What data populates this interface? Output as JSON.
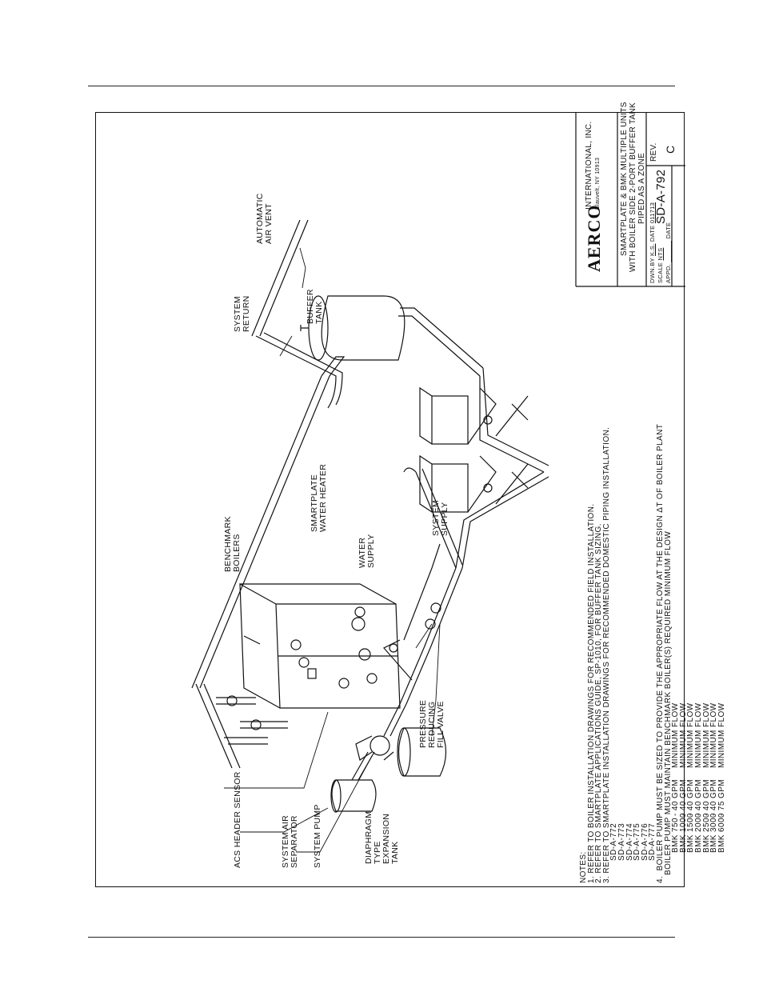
{
  "labels": {
    "acs_header_sensor": "ACS HEADER SENSOR",
    "system_air_separator_1": "SYSTEM AIR",
    "system_air_separator_2": "SEPARATOR",
    "system_pump": "SYSTEM PUMP",
    "diaphragm_1": "DIAPHRAGM",
    "diaphragm_2": "TYPE",
    "diaphragm_3": "EXPANSION",
    "diaphragm_4": "TANK",
    "prv_1": "PRESSURE",
    "prv_2": "REDUCING",
    "prv_3": "FILL VALVE",
    "benchmark_1": "BENCHMARK",
    "benchmark_2": "BOILERS",
    "water_supply_1": "WATER",
    "water_supply_2": "SUPPLY",
    "system_supply_1": "SYSTEM",
    "system_supply_2": "SUPPLY",
    "smartplate_1": "SMARTPLATE",
    "smartplate_2": "WATER HEATER",
    "system_return_1": "SYSTEM",
    "system_return_2": "RETURN",
    "buffer_tank_1": "BUFFER",
    "buffer_tank_2": "TANK",
    "air_vent_1": "AUTOMATIC",
    "air_vent_2": "AIR VENT"
  },
  "notes": {
    "heading": "NOTES:",
    "n1": "1. REFER TO BOILER INSTALLATION DRAWINGS FOR RECOMMENDED FIELD INSTALLATION.",
    "n2": "2. REFER TO SMARTPLATE APPLICATIONS GUIDE, SP-1010, FOR BUFFER TANK SIZING.",
    "n3": "3. REFER TO SMARTPLATE INSTALLATION DRAWINGS FOR RECOMMENDED DOMESTIC PIPING INSTALLATION.",
    "drawings": [
      "SD-A-772",
      "SD-A-773",
      "SD-A-774",
      "SD-A-775",
      "SD-A-776",
      "SD-A-777"
    ],
    "n4a": "4.  BOILER PUMP MUST BE SIZED TO PROVIDE THE APPROPRIATE FLOW AT THE DESIGN ΔT OF BOILER PLANT",
    "n4b": "BOILER PUMP MUST MAINTAIN BENCHMARK BOILER(S) REQUIRED MINIMUM FLOW",
    "flows": [
      {
        "model": "BMK 750",
        "gpm": "- 40 GPM",
        "label": "MINIMUM FLOW"
      },
      {
        "model": "BMK 1000",
        "gpm": "- 40 GPM",
        "label": "MINIMUM FLOW"
      },
      {
        "model": "BMK 1500",
        "gpm": "- 40 GPM",
        "label": "MINIMUM FLOW"
      },
      {
        "model": "BMK 2000",
        "gpm": "- 40 GPM",
        "label": "MINIMUM FLOW"
      },
      {
        "model": "BMK 2500",
        "gpm": "- 40 GPM",
        "label": "MINIMUM FLOW"
      },
      {
        "model": "BMK 3000",
        "gpm": "- 40 GPM",
        "label": "MINIMUM FLOW"
      },
      {
        "model": "BMK 6000",
        "gpm": "- 75 GPM",
        "label": "MINIMUM FLOW"
      }
    ]
  },
  "title_block": {
    "logo": "AERCO",
    "company": "INTERNATIONAL, INC.",
    "address": "Blauvelt, NY 10913",
    "title_1": "SMARTPLATE & BMK MULTIPLE UNITS",
    "title_2": "WITH BOILER SIDE 2-PORT BUFFER TANK",
    "title_3": "PIPED AS A ZONE",
    "dwn_by_label": "DWN.BY",
    "dwn_by": "K.S.",
    "date_label": "DATE",
    "date": "011713",
    "scale_label": "SCALE",
    "scale": "NTS",
    "appd_label": "APPD.",
    "appd_date_label": "DATE",
    "drawing_no": "SD-A-792",
    "rev_label": "REV.",
    "rev": "C"
  }
}
